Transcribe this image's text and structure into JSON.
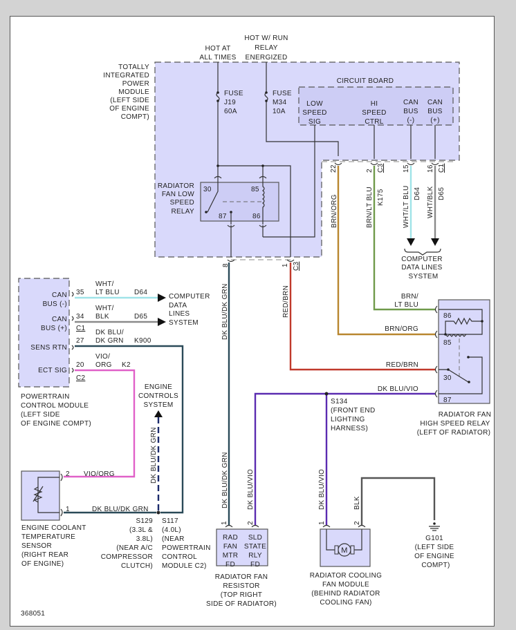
{
  "document_id": "368051",
  "colors": {
    "module_fill": "#d9d9fb",
    "wht_lt_blu": "#9fe3e8",
    "wht_blk": "#8a8a8a",
    "brn_org": "#b8862e",
    "brn_lt_blu": "#6f9a4a",
    "red_brn": "#c0392b",
    "dk_blu_dk_grn": "#2a4a58",
    "dk_blu_vio": "#5a2bb0",
    "vio_org": "#e060c8",
    "blk": "#555555"
  },
  "tipm": {
    "label": [
      "TOTALLY",
      "INTEGRATED",
      "POWER",
      "MODULE",
      "(LEFT SIDE",
      "OF ENGINE",
      "COMPT)"
    ],
    "hot_at_all_times": [
      "HOT AT",
      "ALL TIMES"
    ],
    "hot_w_run": [
      "HOT W/ RUN",
      "RELAY",
      "ENERGIZED"
    ],
    "fuse_j19": [
      "FUSE",
      "J19",
      "60A"
    ],
    "fuse_m34": [
      "FUSE",
      "M34",
      "10A"
    ],
    "circuit_board": "CIRCUIT BOARD",
    "cb_pins": [
      [
        "LOW",
        "SPEED",
        "SIG"
      ],
      [
        "HI",
        "SPEED",
        "CTRL"
      ],
      [
        "CAN",
        "BUS",
        "(-)"
      ],
      [
        "CAN",
        "BUS",
        "(+)"
      ]
    ],
    "low_relay_label": [
      "RADIATOR",
      "FAN LOW",
      "SPEED",
      "RELAY"
    ],
    "low_relay_pins": {
      "p30": "30",
      "p85": "85",
      "p87": "87",
      "p86": "86"
    }
  },
  "tipm_connectors": {
    "c1_pins": [
      "22",
      "2",
      "15",
      "16"
    ],
    "c3": "C3",
    "c1": "C1",
    "bottom_pins": [
      "8",
      "1"
    ],
    "bottom_conn": "C3"
  },
  "wires_top": {
    "w22": "BRN/ORG",
    "w2": "BRN/LT BLU",
    "w2_circuit": "K175",
    "w15": "WHT/LT BLU",
    "w15_circuit": "D64",
    "w16": "WHT/BLK",
    "w16_circuit": "D65",
    "data_lines": [
      "COMPUTER",
      "DATA LINES",
      "SYSTEM"
    ]
  },
  "pcm": {
    "label": [
      "POWERTRAIN",
      "CONTROL MODULE",
      "(LEFT SIDE",
      "OF ENGINE COMPT)"
    ],
    "pins": [
      {
        "name": [
          "CAN",
          "BUS (-)"
        ],
        "num": "35",
        "color": [
          "WHT/",
          "LT BLU"
        ],
        "circuit": "D64"
      },
      {
        "name": [
          "CAN",
          "BUS (+)"
        ],
        "num": "34",
        "color": [
          "WHT/",
          "BLK"
        ],
        "circuit": "D65"
      },
      {
        "name": [
          "SENS RTN"
        ],
        "num": "27",
        "color": [
          "DK BLU/",
          "DK GRN"
        ],
        "circuit": "K900"
      },
      {
        "name": [
          "ECT SIG"
        ],
        "num": "20",
        "color": [
          "VIO/",
          "ORG"
        ],
        "circuit": "K2"
      }
    ],
    "c1": "C1",
    "c2": "C2",
    "data_lines": [
      "COMPUTER",
      "DATA",
      "LINES",
      "SYSTEM"
    ]
  },
  "engine_controls": [
    "ENGINE",
    "CONTROLS",
    "SYSTEM"
  ],
  "engine_controls_wire": "DK BLU/DK GRN",
  "ect_sensor": {
    "label": [
      "ENGINE COOLANT",
      "TEMPERATURE",
      "SENSOR",
      "(RIGHT REAR",
      "OF ENGINE)"
    ],
    "pin2": "2",
    "pin2_wire": "VIO/ORG",
    "pin1": "1",
    "pin1_wire": "DK BLU/DK GRN"
  },
  "splices": {
    "s129": [
      "S129",
      "(3.3L &",
      "3.8L)",
      "(NEAR A/C",
      "COMPRESSOR",
      "CLUTCH)"
    ],
    "s117": [
      "S117",
      "(4.0L)",
      "(NEAR",
      "POWERTRAIN",
      "CONTROL",
      "MODULE C2)"
    ],
    "s134": [
      "S134",
      "(FRONT END",
      "LIGHTING",
      "HARNESS)"
    ]
  },
  "mid_wires": {
    "pin8_wire": "DK BLU/DK GRN",
    "pin1_wire": "RED/BRN",
    "res_pin1_wire": "DK BLU/DK GRN",
    "res_pin2_wire": "DK BLU/VIO",
    "fan_pin1_wire": "DK BLU/VIO",
    "fan_pin2_wire": "BLK"
  },
  "high_relay": {
    "inputs": [
      {
        "label": [
          "BRN/",
          "LT BLU"
        ],
        "pin": "86"
      },
      {
        "label": [
          "BRN/ORG"
        ],
        "pin": "85"
      },
      {
        "label": [
          "RED/BRN"
        ],
        "pin": "30"
      },
      {
        "label": [
          "DK BLU/VIO"
        ],
        "pin": "87"
      }
    ],
    "label": [
      "RADIATOR FAN",
      "HIGH SPEED RELAY",
      "(LEFT OF RADIATOR)"
    ]
  },
  "resistor": {
    "pins": [
      "1",
      "2"
    ],
    "cells": [
      [
        "RAD",
        "FAN",
        "MTR",
        "FD"
      ],
      [
        "SLD",
        "STATE",
        "RLY",
        "FD"
      ]
    ],
    "label": [
      "RADIATOR FAN",
      "RESISTOR",
      "(TOP RIGHT",
      "SIDE OF RADIATOR)"
    ]
  },
  "fan_module": {
    "pins": [
      "1",
      "2"
    ],
    "motor": "M",
    "label": [
      "RADIATOR COOLING",
      "FAN MODULE",
      "(BEHIND RADIATOR",
      "COOLING FAN)"
    ]
  },
  "ground": {
    "label": [
      "G101",
      "(LEFT SIDE",
      "OF ENGINE",
      "COMPT)"
    ]
  }
}
